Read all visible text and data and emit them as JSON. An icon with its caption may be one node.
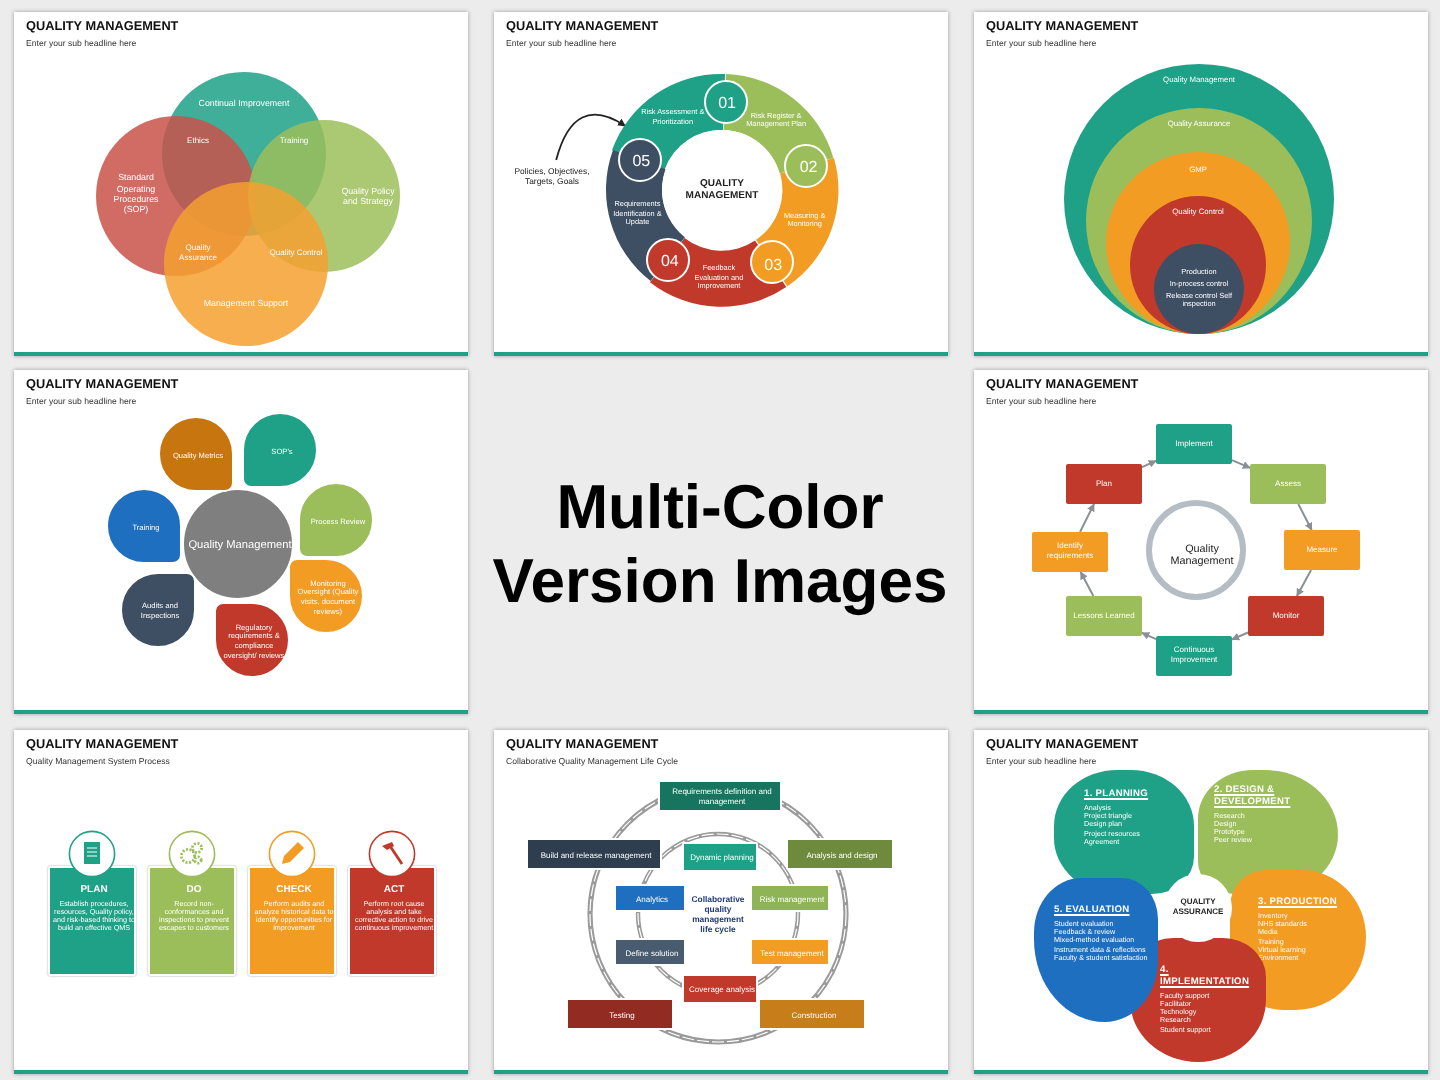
{
  "diagram": {
    "nodes": [
      {
        "text": [
          "QUALITY MANAGEMENT",
          "Enter your sub headline here"
        ]
      },
      {
        "text": [
          "Continual Improvement"
        ],
        "in": 0
      },
      {
        "text": [
          "Standard Operating Procedures (SOP)"
        ],
        "in": 0
      },
      {
        "text": [
          "Quality Policy and Strategy"
        ],
        "in": 0
      },
      {
        "text": [
          "Management Support"
        ],
        "in": 0
      },
      {
        "text": [
          "QUALITY MANAGEMENT",
          "Enter your sub headline here"
        ]
      },
      {
        "text": [
          "QUALITY MANAGEMENT"
        ],
        "in": 5
      },
      {
        "text": [
          "Risk Assessment & Prioritization"
        ],
        "in": 5
      },
      {
        "text": [
          "Risk Register & Management Plan"
        ],
        "in": 5
      },
      {
        "text": [
          "Measuring & Monitoring"
        ],
        "in": 5
      },
      {
        "text": [
          "Feedback Evaluation and Improvement"
        ],
        "in": 5
      },
      {
        "text": [
          "Requirements Identification & Update"
        ],
        "in": 5
      },
      {
        "text": [
          "01"
        ],
        "in": 5
      },
      {
        "text": [
          "02"
        ],
        "in": 5
      },
      {
        "text": [
          "03"
        ],
        "in": 5
      },
      {
        "text": [
          "04"
        ],
        "in": 5
      },
      {
        "text": [
          "05"
        ],
        "in": 5
      },
      {
        "text": [
          "Policies, Objectives, Targets, Goals"
        ],
        "in": 5
      },
      {
        "text": [
          "QUALITY MANAGEMENT",
          "Enter your sub headline here"
        ]
      },
      {
        "text": [
          "Quality Management"
        ],
        "in": 18
      },
      {
        "text": [
          "Quality Assurance"
        ],
        "in": 19
      },
      {
        "text": [
          "GMP"
        ],
        "in": 20
      },
      {
        "text": [
          "Quality Control"
        ],
        "in": 21
      },
      {
        "text": [
          "Production",
          "In-process control",
          "Release control Self inspection"
        ],
        "in": 22
      },
      {
        "text": [
          "QUALITY MANAGEMENT",
          "Enter your sub headline here"
        ]
      },
      {
        "text": [
          "Quality Management"
        ],
        "in": 24
      },
      {
        "text": [
          "Quality Metrics"
        ],
        "in": 24
      },
      {
        "text": [
          "SOP's"
        ],
        "in": 24
      },
      {
        "text": [
          "Process Review"
        ],
        "in": 24
      },
      {
        "text": [
          "Monitoring Oversight (Quality visits, document reviews)"
        ],
        "in": 24
      },
      {
        "text": [
          "Regulatory requirements & compliance oversight/ reviews"
        ],
        "in": 24
      },
      {
        "text": [
          "Audits and Inspections"
        ],
        "in": 24
      },
      {
        "text": [
          "Training"
        ],
        "in": 24
      },
      {
        "text": [
          "QUALITY MANAGEMENT",
          "Enter your sub headline here"
        ]
      },
      {
        "text": [
          "Quality Management"
        ],
        "in": 33
      },
      {
        "text": [
          "Implement"
        ],
        "in": 33
      },
      {
        "text": [
          "Assess"
        ],
        "in": 33
      },
      {
        "text": [
          "Measure"
        ],
        "in": 33
      },
      {
        "text": [
          "Monitor"
        ],
        "in": 33
      },
      {
        "text": [
          "Continuous Improvement"
        ],
        "in": 33
      },
      {
        "text": [
          "Lessons Learned"
        ],
        "in": 33
      },
      {
        "text": [
          "Identify requirements"
        ],
        "in": 33
      },
      {
        "text": [
          "Plan"
        ],
        "in": 33
      },
      {
        "text": [
          "QUALITY MANAGEMENT",
          "Quality Management System Process"
        ]
      },
      {
        "text": [
          "PLAN",
          "Establish procedures, resources, Quality policy, and risk-based thinking to build an effective QMS"
        ],
        "in": 43
      },
      {
        "text": [
          "DO",
          "Record non-conformances and inspections to prevent escapes to customers"
        ],
        "in": 43
      },
      {
        "text": [
          "CHECK",
          "Perform audits and analyze historical data to identify opportunities for improvement"
        ],
        "in": 43
      },
      {
        "text": [
          "ACT",
          "Perform root cause analysis and take corrective action to drive continuous improvement"
        ],
        "in": 43
      },
      {
        "text": [
          "QUALITY MANAGEMENT",
          "Collaborative Quality Management Life Cycle"
        ]
      },
      {
        "text": [
          "Requirements definition and management"
        ],
        "in": 48
      },
      {
        "text": [
          "Build and release management"
        ],
        "in": 48
      },
      {
        "text": [
          "Dynamic planning"
        ],
        "in": 48
      },
      {
        "text": [
          "Analysis and design"
        ],
        "in": 48
      },
      {
        "text": [
          "Analytics"
        ],
        "in": 48
      },
      {
        "text": [
          "Risk management"
        ],
        "in": 48
      },
      {
        "text": [
          "Define solution"
        ],
        "in": 48
      },
      {
        "text": [
          "Test management"
        ],
        "in": 48
      },
      {
        "text": [
          "Coverage analysis"
        ],
        "in": 48
      },
      {
        "text": [
          "Testing"
        ],
        "in": 48
      },
      {
        "text": [
          "Construction"
        ],
        "in": 48
      },
      {
        "text": [
          "QUALITY MANAGEMENT",
          "Enter your sub headline here"
        ]
      },
      {
        "text": [
          "QUALITY ASSURANCE"
        ],
        "in": 60
      },
      {
        "text": [
          "1. PLANNING",
          "Analysis",
          "Project triangle",
          "Design plan",
          "Project resources",
          "Agreement"
        ],
        "in": 60
      },
      {
        "text": [
          "2. DESIGN & DEVELOPMENT",
          "Research",
          "Design",
          "Prototype",
          "Peer review"
        ],
        "in": 60
      },
      {
        "text": [
          "3. PRODUCTION",
          "Inventory",
          "NHS standards",
          "Media",
          "Training",
          "Virtual learning",
          "Environment"
        ],
        "in": 60
      },
      {
        "text": [
          "4. IMPLEMENTATION",
          "Faculty support",
          "Facilitator",
          "Technology",
          "Research",
          "Student support"
        ],
        "in": 60
      },
      {
        "text": [
          "5. EVALUATION",
          "Student evaluation",
          "Feedback & review",
          "Mixed-method evaluation",
          "Instrument data & reflections",
          "Faculty & student satisfaction"
        ],
        "in": 60
      }
    ],
    "edges": [
      {
        "from": 17,
        "to": 7,
        "arrow": "to",
        "color": "#222222"
      },
      {
        "from": 42,
        "to": 35,
        "arrow": "to"
      },
      {
        "from": 35,
        "to": 36,
        "arrow": "to"
      },
      {
        "from": 36,
        "to": 37,
        "arrow": "to"
      },
      {
        "from": 37,
        "to": 38,
        "arrow": "to"
      },
      {
        "from": 38,
        "to": 39,
        "arrow": "to"
      },
      {
        "from": 39,
        "to": 40,
        "arrow": "to"
      },
      {
        "from": 40,
        "to": 41,
        "arrow": "to"
      },
      {
        "from": 41,
        "to": 42,
        "arrow": "to"
      }
    ],
    "labels": [
      "Ethics",
      "Training",
      "Quality Assurance",
      "Quality Control",
      "Multi-Color Version Images",
      "Collaborative quality management life cycle"
    ]
  }
}
